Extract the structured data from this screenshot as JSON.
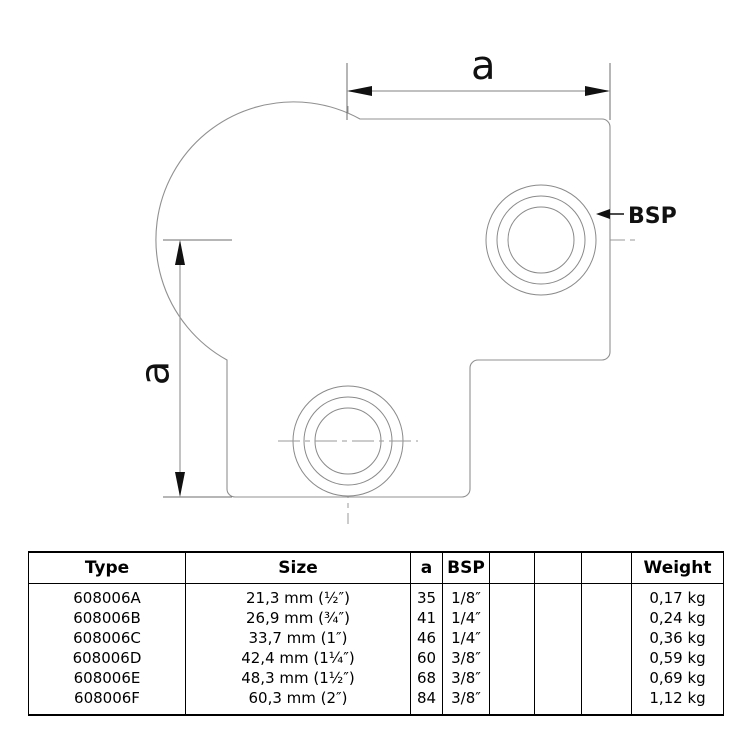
{
  "drawing": {
    "title_labels": {
      "dim_a_top": "a",
      "dim_a_left": "a",
      "bsp_callout": "BSP"
    },
    "part_description": "90 degree elbow pipe clamp fitting, plan view",
    "line_color": "#888888",
    "annotation_color": "#111111"
  },
  "table": {
    "headers": [
      "Type",
      "Size",
      "a",
      "BSP",
      "",
      "",
      "",
      "Weight"
    ],
    "rows": [
      {
        "type": "608006A",
        "size": "21,3 mm (½″)",
        "a": "35",
        "bsp": "1/8″",
        "e1": "",
        "e2": "",
        "e3": "",
        "weight": "0,17 kg"
      },
      {
        "type": "608006B",
        "size": "26,9 mm (¾″)",
        "a": "41",
        "bsp": "1/4″",
        "e1": "",
        "e2": "",
        "e3": "",
        "weight": "0,24 kg"
      },
      {
        "type": "608006C",
        "size": "33,7 mm (1″)",
        "a": "46",
        "bsp": "1/4″",
        "e1": "",
        "e2": "",
        "e3": "",
        "weight": "0,36 kg"
      },
      {
        "type": "608006D",
        "size": "42,4 mm (1¼″)",
        "a": "60",
        "bsp": "3/8″",
        "e1": "",
        "e2": "",
        "e3": "",
        "weight": "0,59 kg"
      },
      {
        "type": "608006E",
        "size": "48,3 mm (1½″)",
        "a": "68",
        "bsp": "3/8″",
        "e1": "",
        "e2": "",
        "e3": "",
        "weight": "0,69 kg"
      },
      {
        "type": "608006F",
        "size": "60,3 mm (2″)",
        "a": "84",
        "bsp": "3/8″",
        "e1": "",
        "e2": "",
        "e3": "",
        "weight": "1,12 kg"
      }
    ]
  }
}
